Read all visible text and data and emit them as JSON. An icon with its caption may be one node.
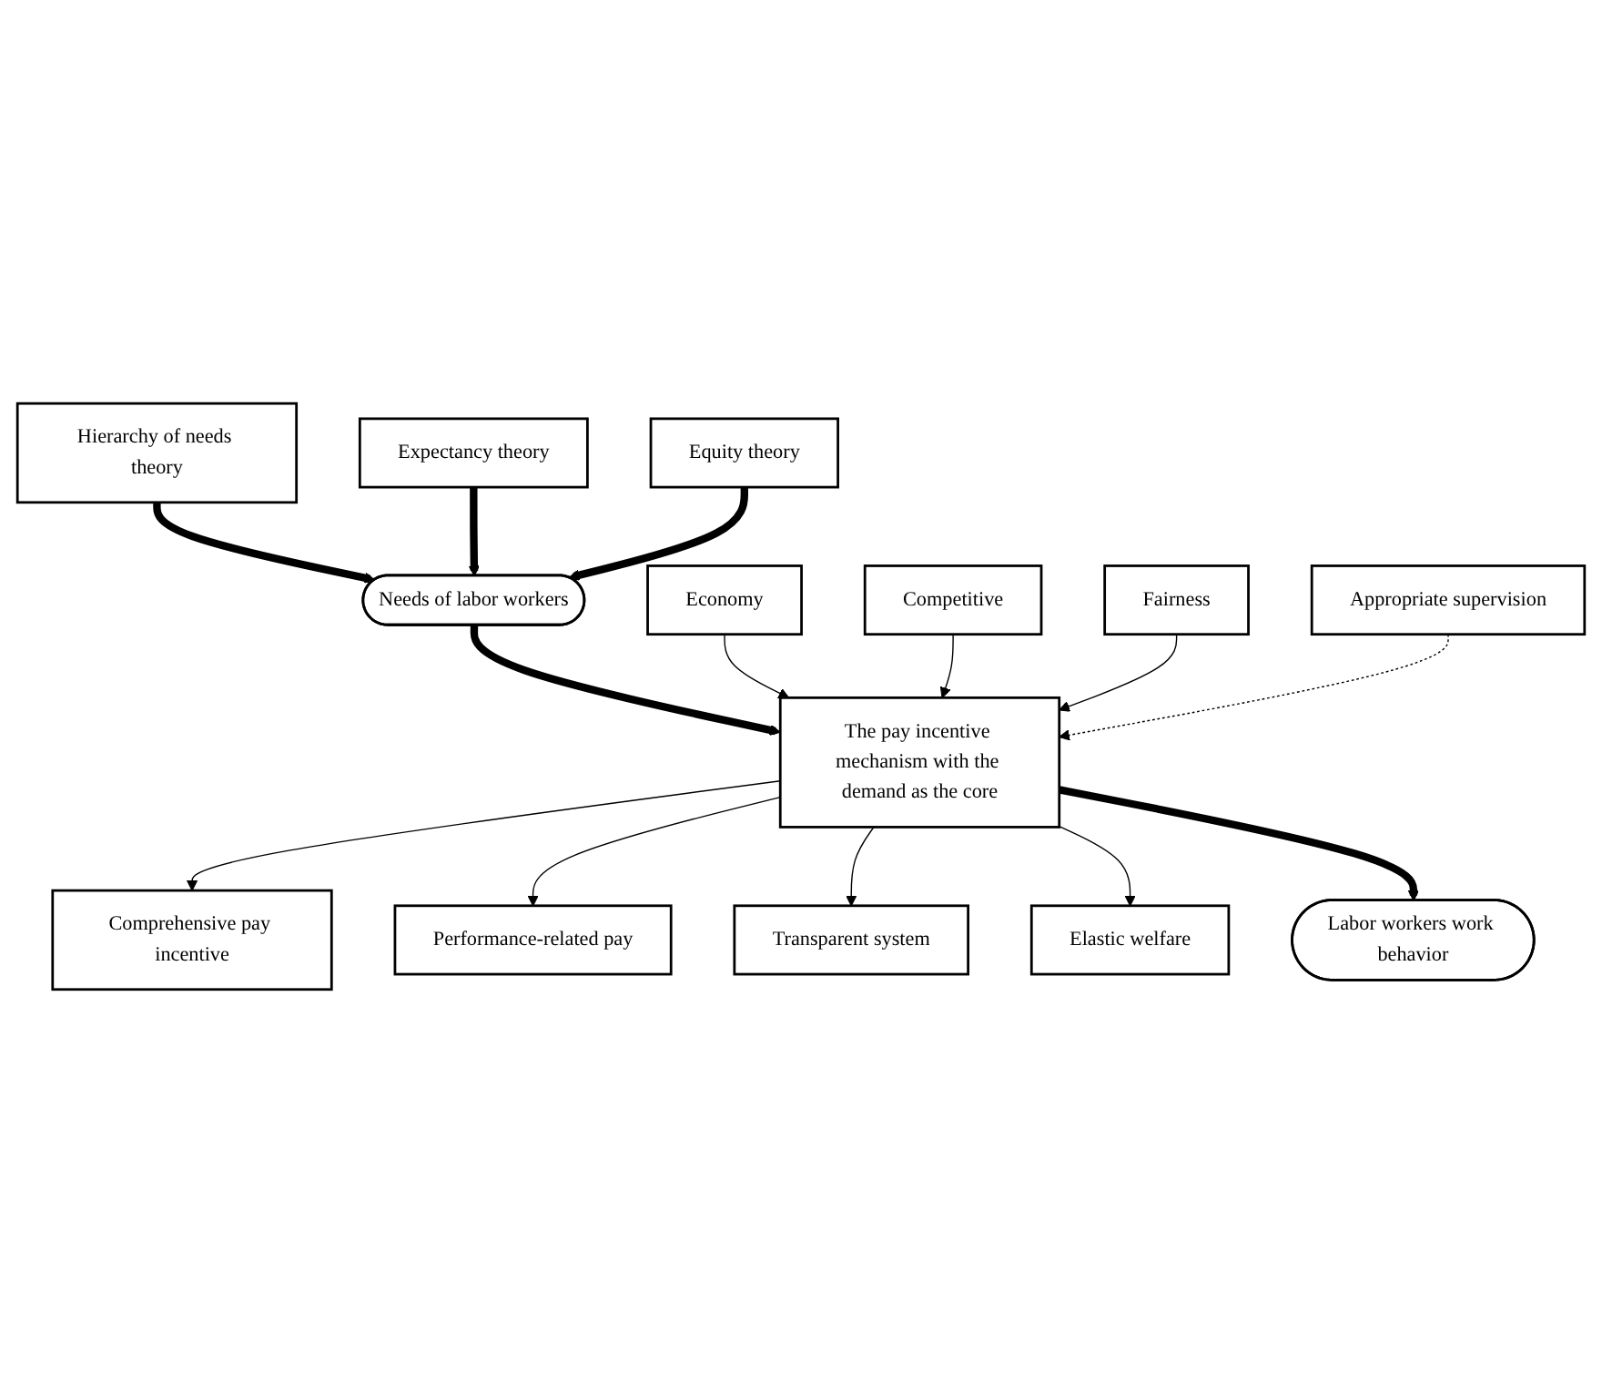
{
  "diagram": {
    "nodes": [
      {
        "text": [
          "Hierarchy of needs theory"
        ]
      },
      {
        "text": [
          "Expectancy theory"
        ]
      },
      {
        "text": [
          "Equity theory"
        ]
      },
      {
        "text": [
          "Needs of labor workers"
        ]
      },
      {
        "text": [
          "Economy"
        ]
      },
      {
        "text": [
          "Competitive"
        ]
      },
      {
        "text": [
          "Fairness"
        ]
      },
      {
        "text": [
          "Appropriate supervision"
        ]
      },
      {
        "text": [
          "The pay incentive mechanism with the demand as the core"
        ]
      },
      {
        "text": [
          "Comprehensive pay incentive"
        ]
      },
      {
        "text": [
          "Performance-related pay"
        ]
      },
      {
        "text": [
          "Transparent system"
        ]
      },
      {
        "text": [
          "Elastic welfare"
        ]
      },
      {
        "text": [
          "Labor workers work behavior"
        ]
      }
    ],
    "edges": [
      {
        "from": 0,
        "to": 3,
        "arrow": "to",
        "style": "thick"
      },
      {
        "from": 1,
        "to": 3,
        "arrow": "to",
        "style": "thick"
      },
      {
        "from": 2,
        "to": 3,
        "arrow": "to",
        "style": "thick"
      },
      {
        "from": 3,
        "to": 8,
        "arrow": "to",
        "style": "thick"
      },
      {
        "from": 4,
        "to": 8,
        "arrow": "to"
      },
      {
        "from": 5,
        "to": 8,
        "arrow": "to"
      },
      {
        "from": 6,
        "to": 8,
        "arrow": "to"
      },
      {
        "from": 7,
        "to": 8,
        "arrow": "to",
        "style": "dashed"
      },
      {
        "from": 8,
        "to": 9,
        "arrow": "to"
      },
      {
        "from": 8,
        "to": 10,
        "arrow": "to"
      },
      {
        "from": 8,
        "to": 11,
        "arrow": "to"
      },
      {
        "from": 8,
        "to": 12,
        "arrow": "to"
      },
      {
        "from": 8,
        "to": 13,
        "arrow": "to",
        "style": "thick"
      }
    ]
  }
}
